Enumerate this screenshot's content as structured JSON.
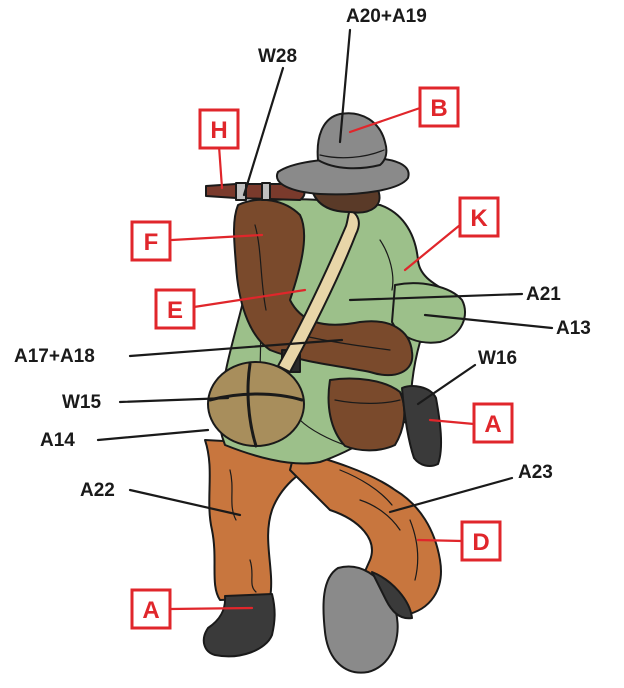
{
  "palette": {
    "red": "#e0262b",
    "green": "#9cc08a",
    "brown": "#7a4a2c",
    "orange": "#c8763e",
    "gray": "#8a8a8a",
    "ink": "#1a1a1a"
  },
  "labels": {
    "a20_a19": "A20+A19",
    "w28": "W28",
    "a21": "A21",
    "a13": "A13",
    "a17_a18": "A17+A18",
    "w16": "W16",
    "w15": "W15",
    "a14": "A14",
    "a22": "A22",
    "a23": "A23"
  },
  "boxes": {
    "b": "B",
    "h": "H",
    "k": "K",
    "f": "F",
    "e": "E",
    "a_right": "A",
    "d": "D",
    "a_bottom": "A"
  }
}
